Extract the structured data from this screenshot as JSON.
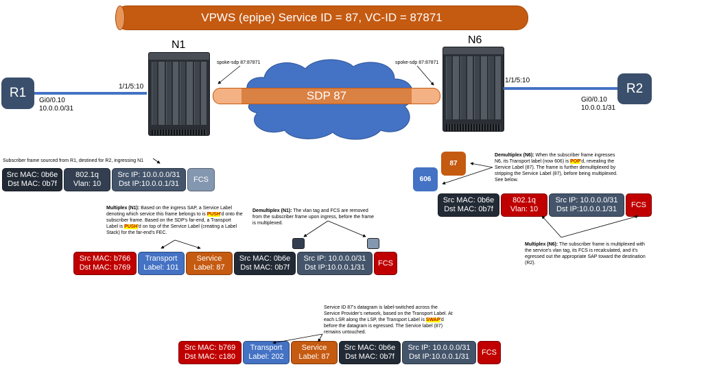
{
  "service_banner": "VPWS (epipe) Service ID = 87, VC-ID = 87871",
  "sdp_label": "SDP 87",
  "nodes": {
    "n1": {
      "label": "N1",
      "port": "1/1/5:10",
      "spoke": "spoke-sdp 87:87871"
    },
    "n6": {
      "label": "N6",
      "port": "1/1/5:10",
      "spoke": "spoke-sdp 87:87871"
    }
  },
  "routers": {
    "r1": {
      "label": "R1",
      "iface": "Gi0/0.10",
      "ip": "10.0.0.0/31"
    },
    "r2": {
      "label": "R2",
      "iface": "Gi0/0.10",
      "ip": "10.0.0.1/31"
    }
  },
  "colors": {
    "banner": "#c55a11",
    "sdp": "#f4b183",
    "cloud": "#4472c4",
    "router": "#3a4f6b",
    "transport_label": "#4472c4",
    "service_label": "#c55a11",
    "outer_mac": "#c00000",
    "highlight": "#ffff00"
  },
  "subscriber_frame": {
    "caption": "Subscriber frame sourced from R1, destined for R2, ingressing N1",
    "cells": [
      {
        "line1": "Src MAC: 0b6e",
        "line2": "Dst MAC: 0b7f"
      },
      {
        "line1": "802.1q",
        "line2": "Vlan: 10"
      },
      {
        "line1": "Src IP: 10.0.0.0/31",
        "line2": "Dst IP:10.0.0.1/31"
      },
      {
        "line1": "FCS",
        "line2": ""
      }
    ]
  },
  "multiplex_n1": {
    "title": "Multiplex (N1):",
    "text1": " Based on the ingress SAP, a Service Label denoting which service this frame belongs to is ",
    "hl1": "PUSH",
    "text2": "'d onto the subscriber frame.  Based on the SDP's far-end, a Transport Label is ",
    "hl2": "PUSH",
    "text3": "'d on top of the Service Label (creating a Label Stack) for the far-end's FEC."
  },
  "demultiplex_n1": {
    "title": "Demultiplex (N1):",
    "text": " The vlan tag and FCS are removed from the subscriber frame upon ingress, before the frame is multiplexed."
  },
  "n1_frame": {
    "cells": [
      {
        "line1": "Src MAC: b766",
        "line2": "Dst MAC: b769"
      },
      {
        "line1": "Transport",
        "line2": "Label: 101"
      },
      {
        "line1": "Service",
        "line2": "Label: 87"
      },
      {
        "line1": "Src MAC: 0b6e",
        "line2": "Dst MAC: 0b7f"
      },
      {
        "line1": "Src IP: 10.0.0.0/31",
        "line2": "Dst IP:10.0.0.1/31"
      },
      {
        "line1": "FCS",
        "line2": ""
      }
    ]
  },
  "swap_note": {
    "text1": "Service ID 87's datagram is label-switched across the Service Provider's network, based on the Transport Label.  At each LSR along the LSP, the Transport Label is ",
    "hl": "SWAP",
    "text2": "'d before the datagram is egressed. The Service label (87) remains untouched."
  },
  "core_frame": {
    "cells": [
      {
        "line1": "Src MAC: b769",
        "line2": "Dst MAC: c180"
      },
      {
        "line1": "Transport",
        "line2": "Label: 202"
      },
      {
        "line1": "Service",
        "line2": "Label: 87"
      },
      {
        "line1": "Src MAC: 0b6e",
        "line2": "Dst MAC: 0b7f"
      },
      {
        "line1": "Src IP: 10.0.0.0/31",
        "line2": "Dst IP:10.0.0.1/31"
      },
      {
        "line1": "FCS",
        "line2": ""
      }
    ]
  },
  "demultiplex_n6": {
    "title": "Demultiplex (N6):",
    "text1": " When the subscriber frame ingresses N6, its Transport label (now 606) is ",
    "hl": "POP",
    "text2": "'d, revealing the Service Label (87). The frame is further demultiplexed by stripping the Service Label (87), before being multiplexed.  See below.",
    "service_label": "87",
    "transport_label": "606"
  },
  "n6_frame": {
    "cells": [
      {
        "line1": "Src MAC: 0b6e",
        "line2": "Dst MAC: 0b7f"
      },
      {
        "line1": "802.1q",
        "line2": "Vlan: 10"
      },
      {
        "line1": "Src IP: 10.0.0.0/31",
        "line2": "Dst IP:10.0.0.1/31"
      },
      {
        "line1": "FCS",
        "line2": ""
      }
    ]
  },
  "multiplex_n6": {
    "title": "Multiplex (N6):",
    "text": " The subscriber frame is multiplexed with the service's vlan tag, its FCS is recalculated, and it's egressed out the appropriate SAP toward the destination (R2)."
  }
}
